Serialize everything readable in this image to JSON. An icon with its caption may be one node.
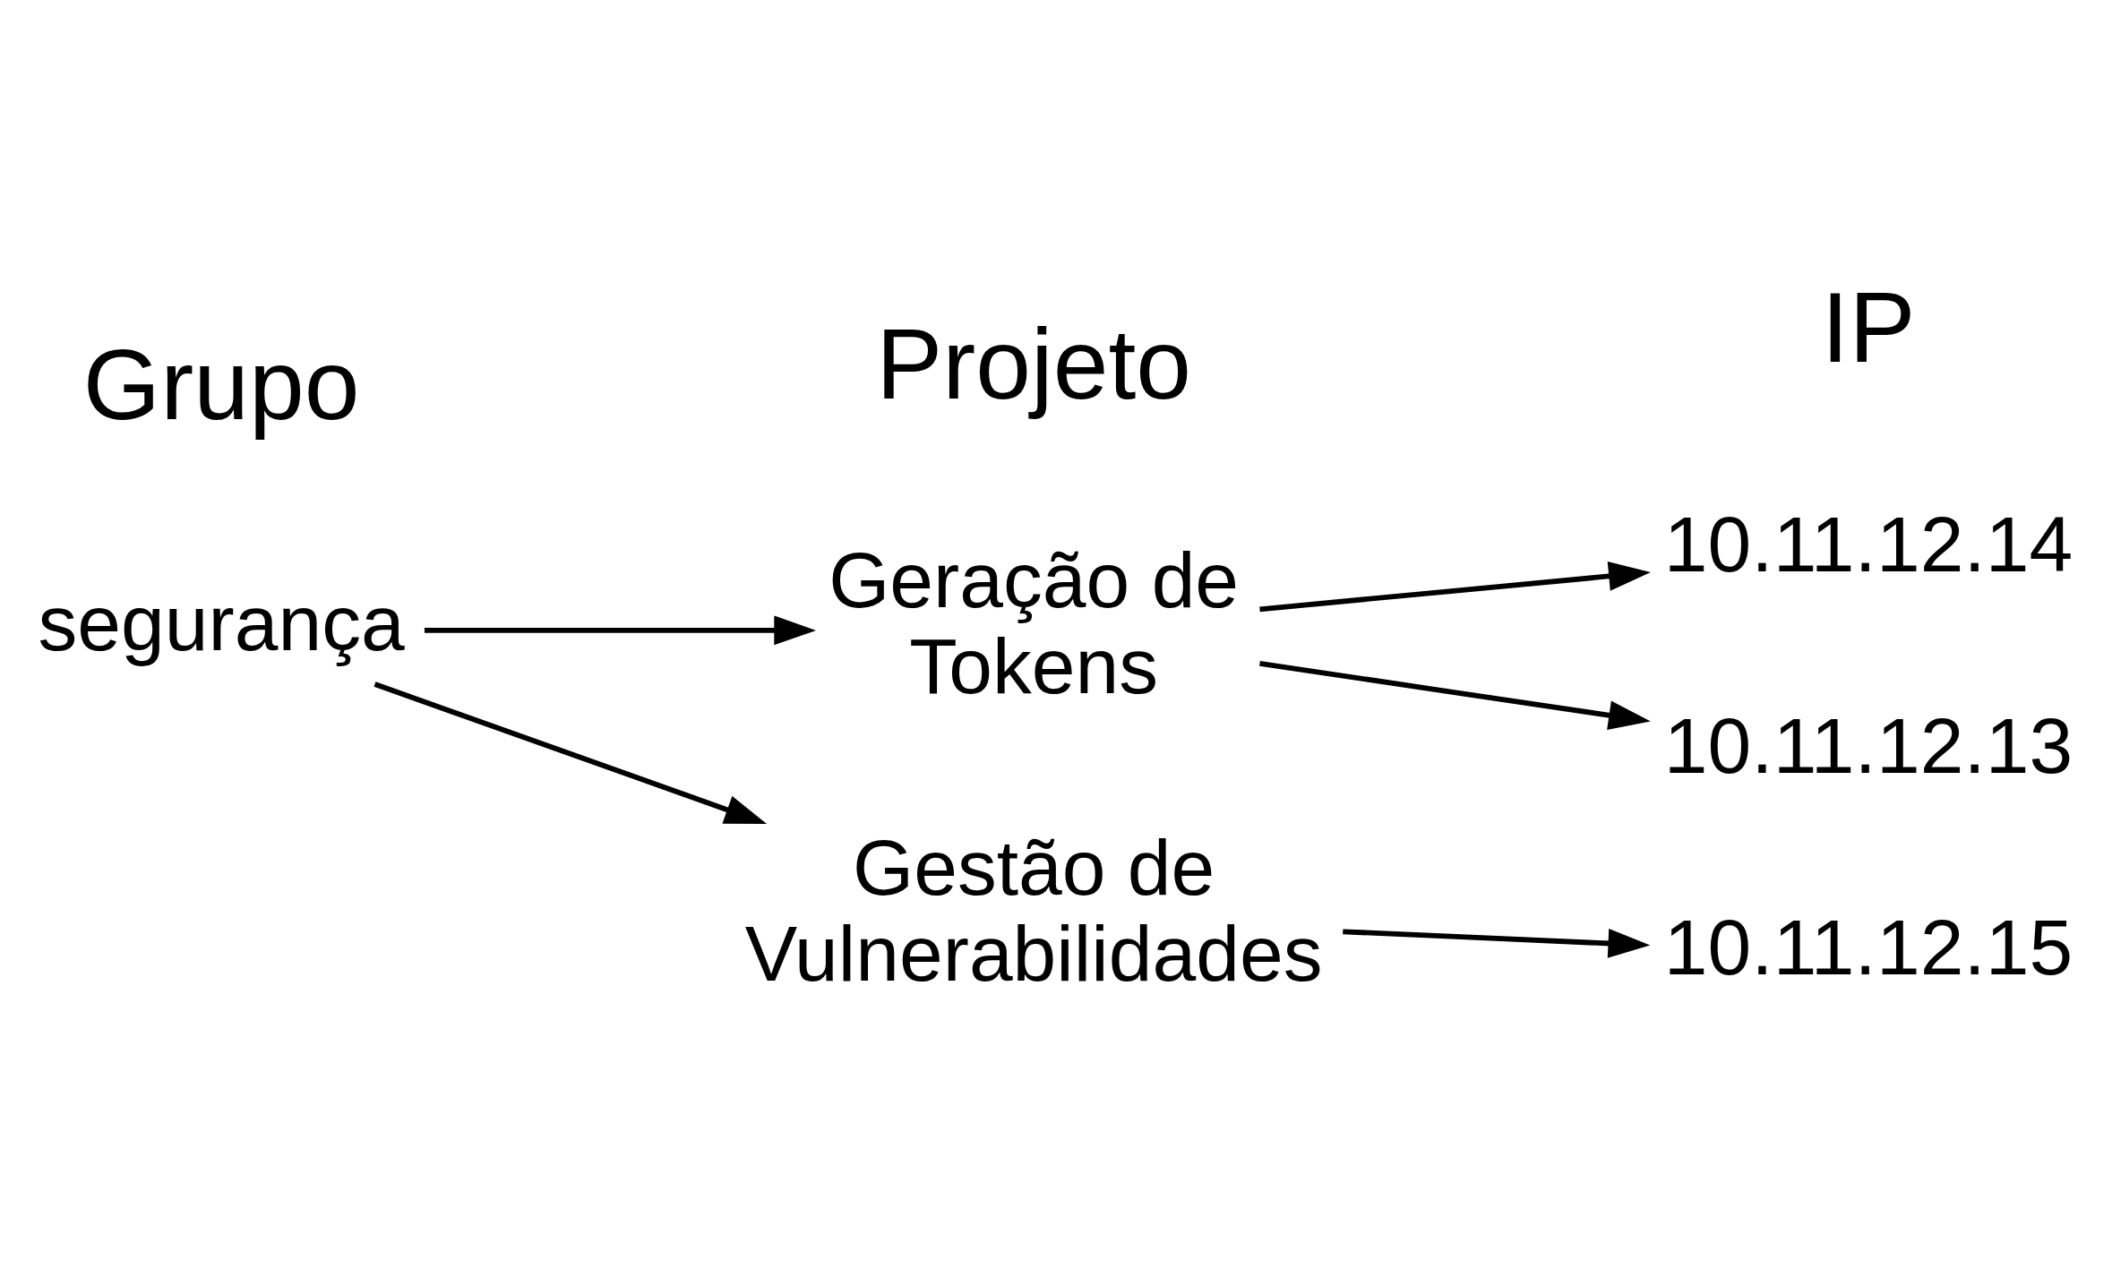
{
  "diagram": {
    "nodes": [
      {
        "text": [
          "segurança"
        ]
      },
      {
        "text": [
          "Gestão de Vulnerabilidades"
        ]
      },
      {
        "text": [
          "Geração de Tokens"
        ]
      },
      {
        "text": [
          "10.11.12.15"
        ]
      },
      {
        "text": [
          "10.11.12.13"
        ]
      },
      {
        "text": [
          "10.11.12.14"
        ]
      }
    ],
    "edges": [
      {
        "from": 0,
        "to": 1,
        "arrow": "to"
      },
      {
        "from": 0,
        "to": 2,
        "arrow": "to"
      },
      {
        "from": 1,
        "to": 3,
        "arrow": "to"
      },
      {
        "from": 2,
        "to": 4,
        "arrow": "to"
      },
      {
        "from": 2,
        "to": 5,
        "arrow": "to"
      }
    ],
    "labels": [
      "Grupo",
      "Projeto",
      "IP"
    ]
  }
}
